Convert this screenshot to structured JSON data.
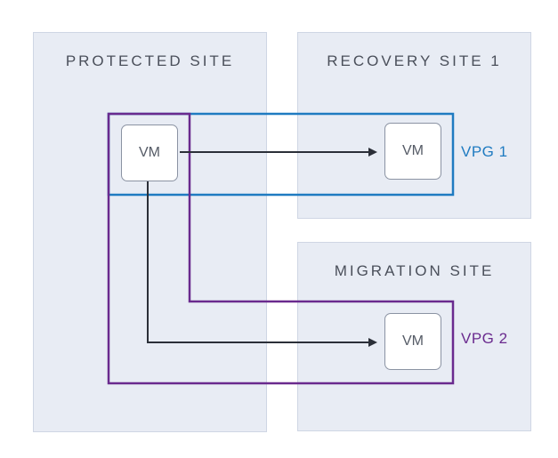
{
  "sites": {
    "protected": {
      "title": "PROTECTED SITE"
    },
    "recovery": {
      "title": "RECOVERY SITE 1"
    },
    "migration": {
      "title": "MIGRATION SITE"
    }
  },
  "vms": {
    "protected": {
      "label": "VM"
    },
    "recovery": {
      "label": "VM"
    },
    "migration": {
      "label": "VM"
    }
  },
  "vpgs": {
    "vpg1": {
      "label": "VPG 1",
      "color": "#1f7bc1"
    },
    "vpg2": {
      "label": "VPG 2",
      "color": "#6a2a8e"
    }
  },
  "colors": {
    "site_bg": "#e8ecf4",
    "arrow": "#2b2f38"
  }
}
